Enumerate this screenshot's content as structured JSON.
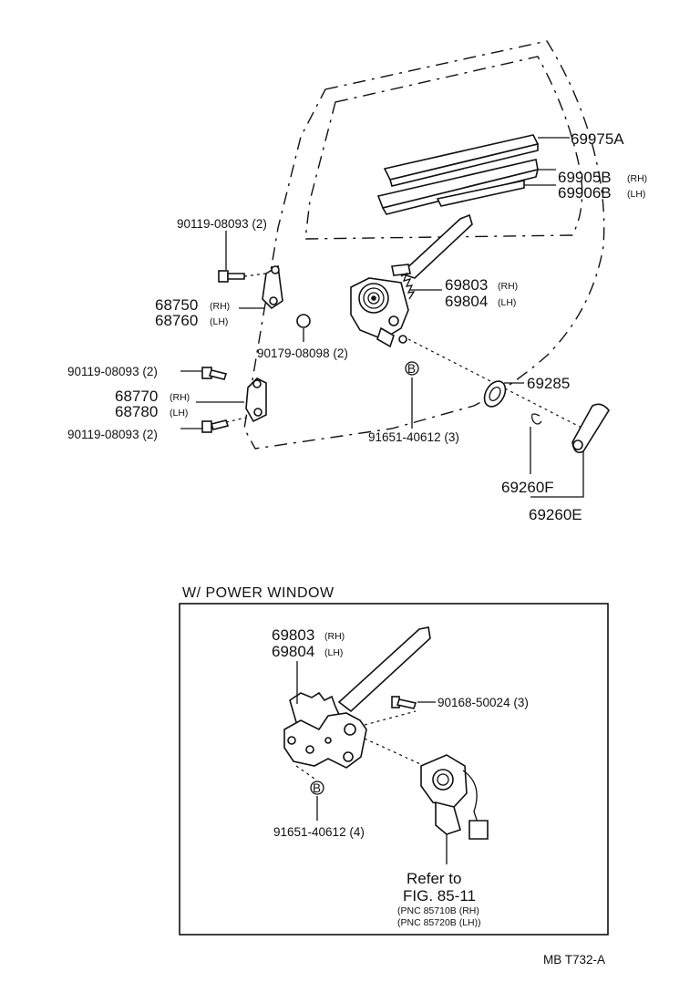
{
  "labels": {
    "p69975A": "69975A",
    "p69905B": "69905B",
    "p69905B_side": "(RH)",
    "p69906B": "69906B",
    "p69906B_side": "(LH)",
    "bolt_upper": "90119-08093 (2)",
    "p68750": "68750",
    "p68750_side": "(RH)",
    "p68760": "68760",
    "p68760_side": "(LH)",
    "nut_90179": "90179-08098 (2)",
    "p69803": "69803",
    "p69803_side": "(RH)",
    "p69804": "69804",
    "p69804_side": "(LH)",
    "bolt_mid": "90119-08093 (2)",
    "p68770": "68770",
    "p68770_side": "(RH)",
    "p68780": "68780",
    "p68780_side": "(LH)",
    "bolt_lower": "90119-08093 (2)",
    "rivet_top": "91651-40612 (3)",
    "rivet_marker": "B",
    "p69285": "69285",
    "p69260F": "69260F",
    "p69260E": "69260E"
  },
  "power_window": {
    "title": "W/ POWER  WINDOW",
    "p69803": "69803",
    "p69803_side": "(RH)",
    "p69804": "69804",
    "p69804_side": "(LH)",
    "bolt": "90168-50024 (3)",
    "rivet_marker": "B",
    "rivet": "91651-40612 (4)",
    "refer1": "Refer to",
    "refer2": "FIG. 85-11",
    "pnc_rh": "(PNC 85710B (RH)",
    "pnc_lh": "(PNC 85720B (LH))"
  },
  "footer": "MB  T732-A"
}
